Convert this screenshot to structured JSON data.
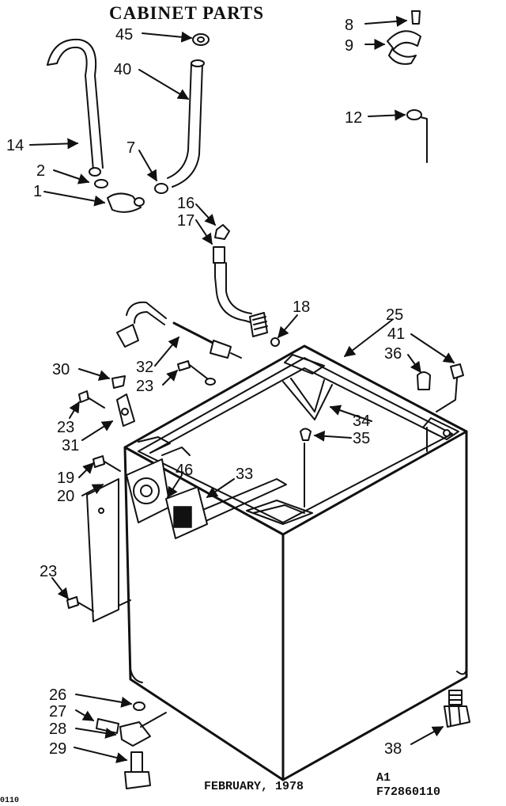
{
  "title": "CABINET PARTS",
  "footer": {
    "date": "FEBRUARY, 1978",
    "revision": "A1",
    "page_code": "F72860110",
    "corner_fragment": "0110"
  },
  "callouts": {
    "n1": "1",
    "n2": "2",
    "n7": "7",
    "n8": "8",
    "n9": "9",
    "n12": "12",
    "n14": "14",
    "n16": "16",
    "n17": "17",
    "n18": "18",
    "n19": "19",
    "n20": "20",
    "n23a": "23",
    "n23b": "23",
    "n23c": "23",
    "n25": "25",
    "n26": "26",
    "n27": "27",
    "n28": "28",
    "n29": "29",
    "n30": "30",
    "n31": "31",
    "n32": "32",
    "n33": "33",
    "n34": "34",
    "n35": "35",
    "n36": "36",
    "n38": "38",
    "n40": "40",
    "n41": "41",
    "n45": "45",
    "n46": "46"
  }
}
